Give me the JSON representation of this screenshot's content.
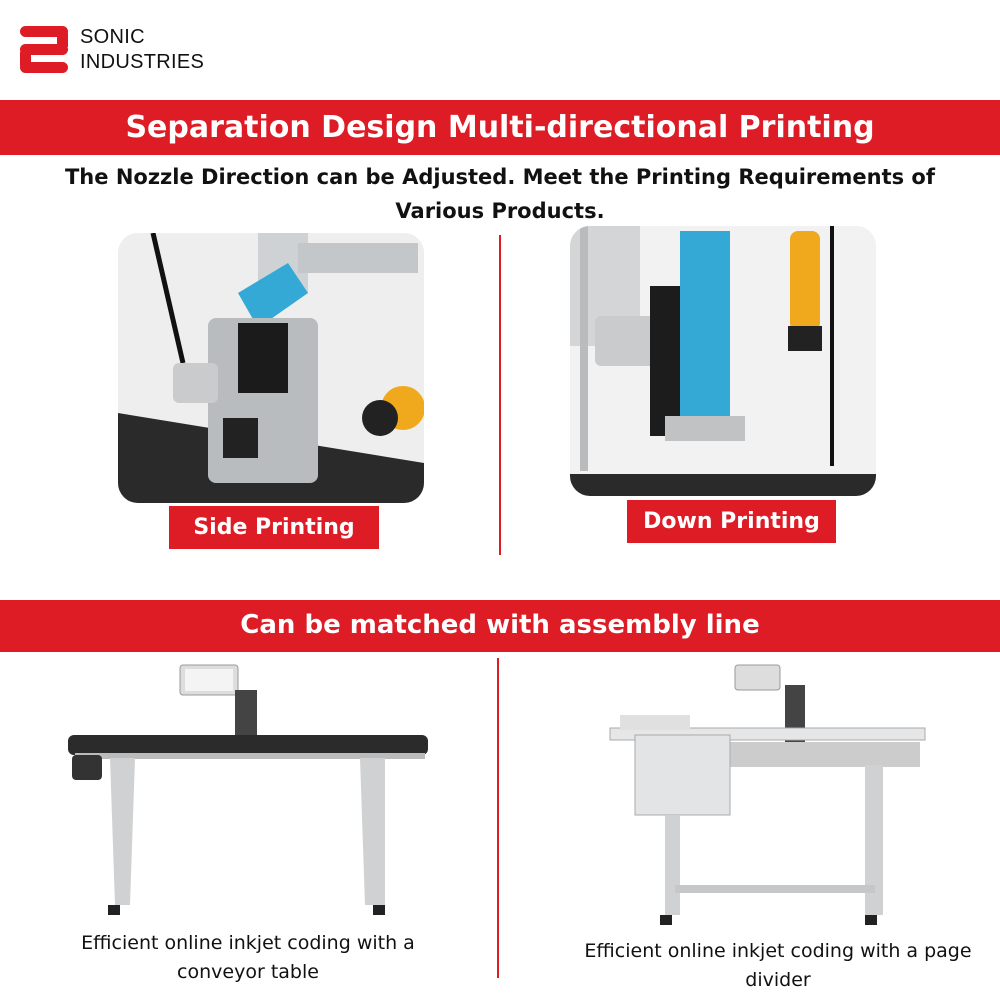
{
  "brand": {
    "line1": "SONIC",
    "line2": "INDUSTRIES",
    "color": "#dd1c25"
  },
  "section1": {
    "title": "Separation Design Multi-directional Printing",
    "subtitle": "The Nozzle Direction can be Adjusted. Meet the Printing Requirements of Various Products.",
    "left_label": "Side Printing",
    "right_label": "Down Printing"
  },
  "section2": {
    "title": "Can be matched with assembly line",
    "left_caption": "Efficient online inkjet coding with a conveyor table",
    "right_caption": "Efficient online inkjet coding with a page divider"
  }
}
